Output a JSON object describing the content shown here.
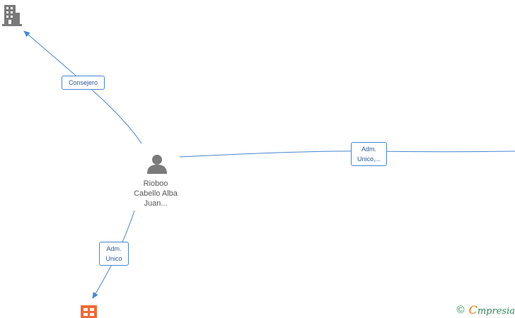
{
  "nodes": {
    "person": {
      "name_lines": [
        "Rioboo",
        "Cabello Alba",
        "Juan..."
      ],
      "icon": "person-icon"
    },
    "company_top": {
      "icon": "building-icon"
    },
    "company_bottom": {
      "icon": "company-grid-icon"
    }
  },
  "edges": {
    "consejero": {
      "label_lines": [
        "Consejero"
      ]
    },
    "adm_unico_right": {
      "label_lines": [
        "Adm.",
        "Unico,..."
      ]
    },
    "adm_unico_bottom": {
      "label_lines": [
        "Adm.",
        "Unico"
      ]
    }
  },
  "brand": {
    "copyright_symbol": "©",
    "name_first": "C",
    "name_rest": "mpresia"
  },
  "colors": {
    "edge": "#4a86d0",
    "icon_gray": "#7a7a7a",
    "company_orange": "#f26a35",
    "brand_green": "#2e8b57"
  }
}
